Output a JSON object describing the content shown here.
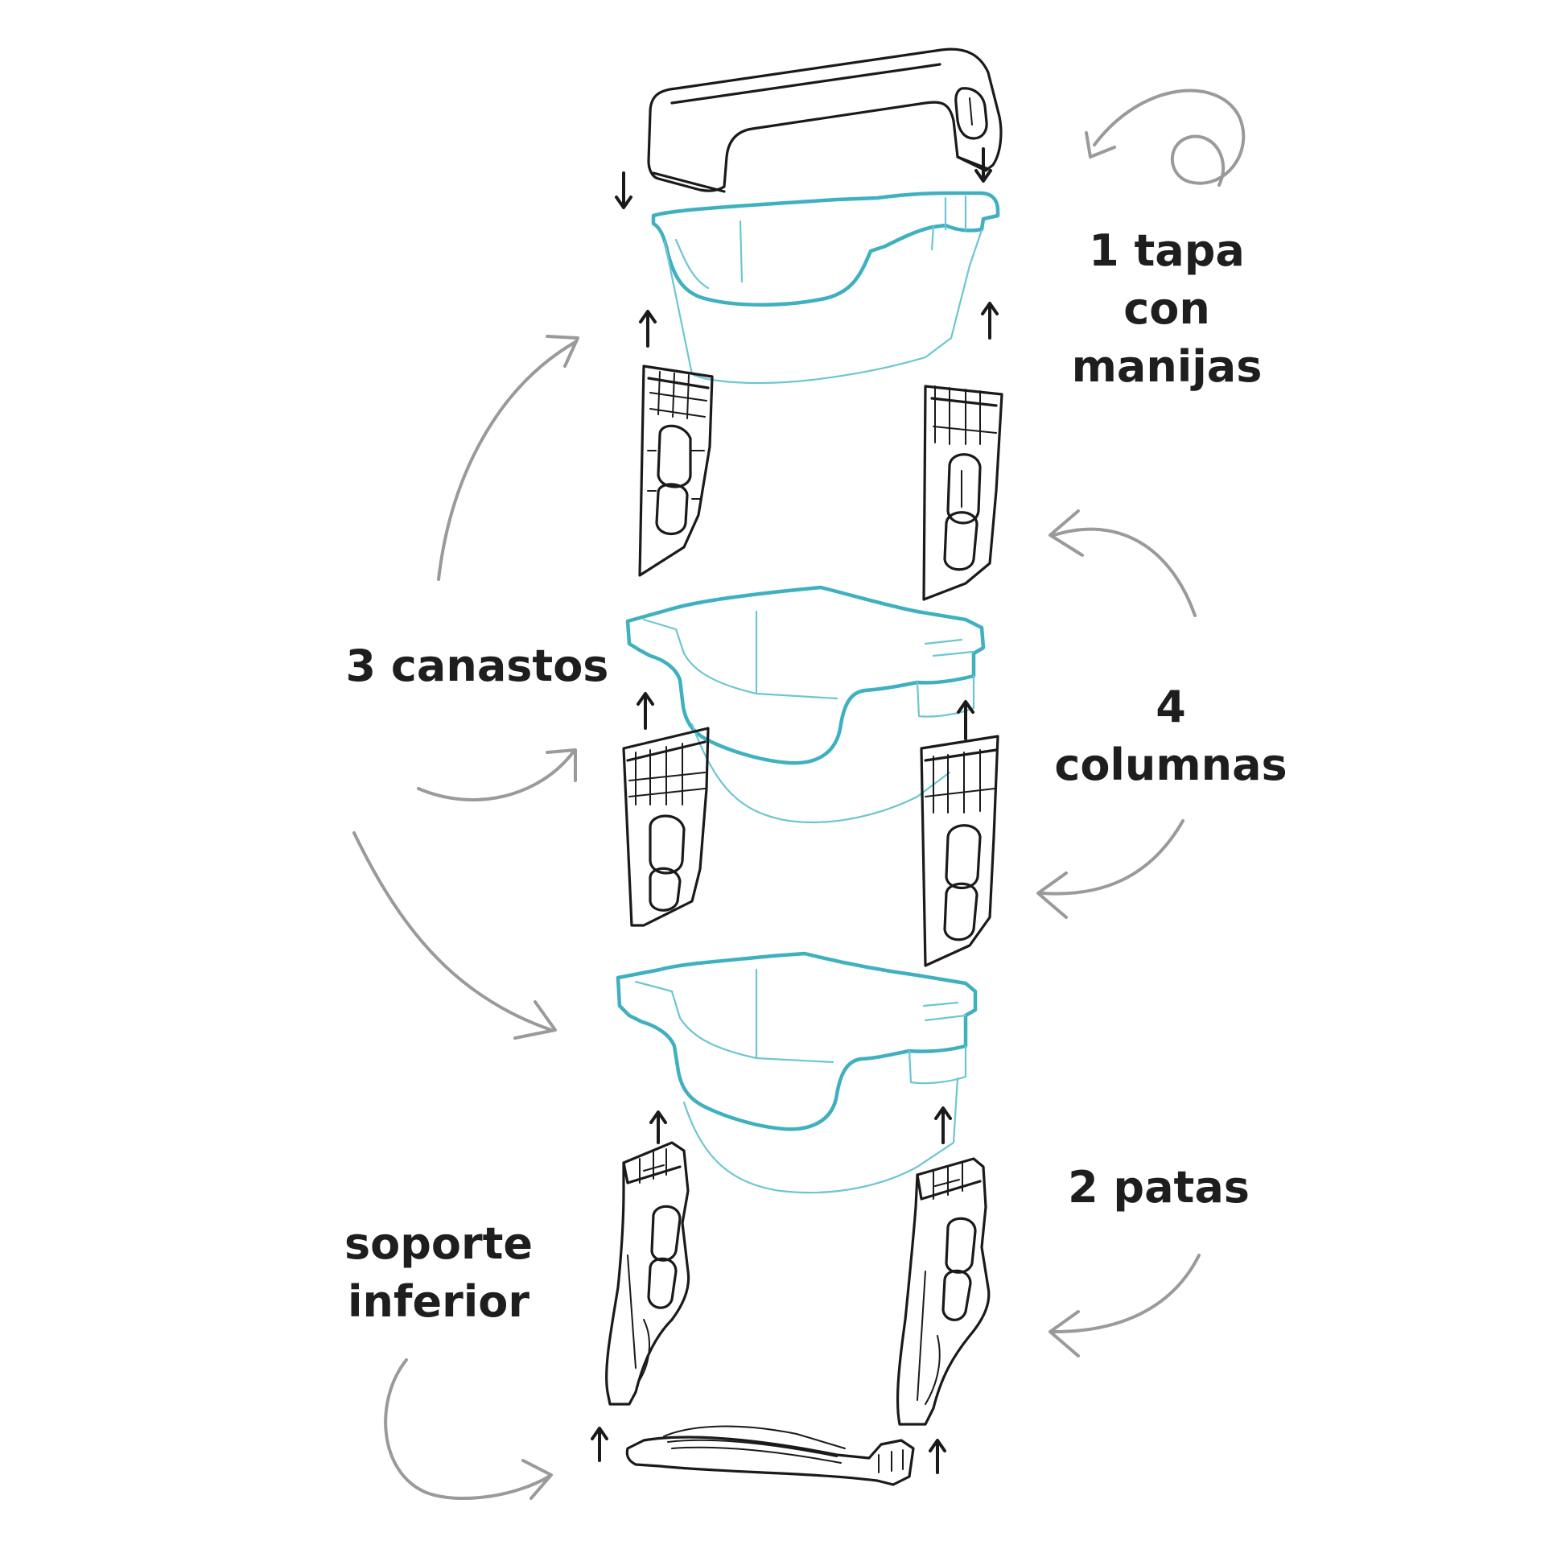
{
  "labels": {
    "lid": [
      "1 tapa",
      "con",
      "manijas"
    ],
    "baskets": [
      "3 canastos"
    ],
    "columns": [
      "4",
      "columnas"
    ],
    "legs": [
      "2 patas"
    ],
    "base": [
      "soporte",
      "inferior"
    ]
  },
  "colors": {
    "basket_stroke": "#3fb0c0",
    "part_stroke": "#1a1a1a",
    "callout_arrow": "#9a9a9a",
    "text": "#1e1e1e"
  },
  "parts": [
    {
      "name": "lid-with-handle",
      "count": 1
    },
    {
      "name": "basket",
      "count": 3
    },
    {
      "name": "column",
      "count": 4
    },
    {
      "name": "leg",
      "count": 2
    },
    {
      "name": "bottom-support",
      "count": 1
    }
  ]
}
